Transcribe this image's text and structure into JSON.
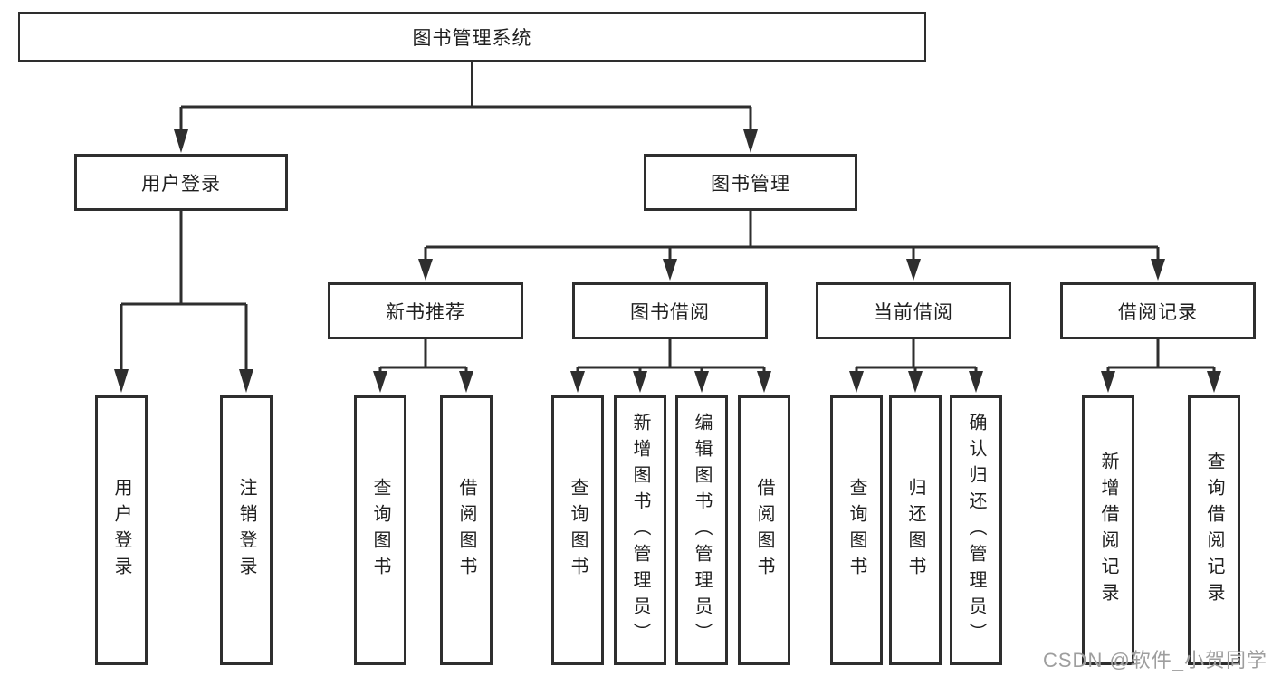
{
  "diagram": {
    "root": {
      "label": "图书管理系统"
    },
    "level1": [
      {
        "label": "用户登录",
        "children": [
          "用户登录",
          "注销登录"
        ]
      },
      {
        "label": "图书管理",
        "sections": [
          {
            "label": "新书推荐",
            "children": [
              "查询图书",
              "借阅图书"
            ]
          },
          {
            "label": "图书借阅",
            "children": [
              "查询图书",
              "新增图书（管理员）",
              "编辑图书（管理员）",
              "借阅图书"
            ]
          },
          {
            "label": "当前借阅",
            "children": [
              "查询图书",
              "归还图书",
              "确认归还（管理员）"
            ]
          },
          {
            "label": "借阅记录",
            "children": [
              "新增借阅记录",
              "查询借阅记录"
            ]
          }
        ]
      }
    ]
  },
  "watermark": {
    "text": "CSDN @软件_小贺同学"
  },
  "colors": {
    "line": "#2e2e2e",
    "box_border": "#2e2e2e",
    "text": "#1f1f1f",
    "watermark": "#969696",
    "background": "#ffffff"
  }
}
